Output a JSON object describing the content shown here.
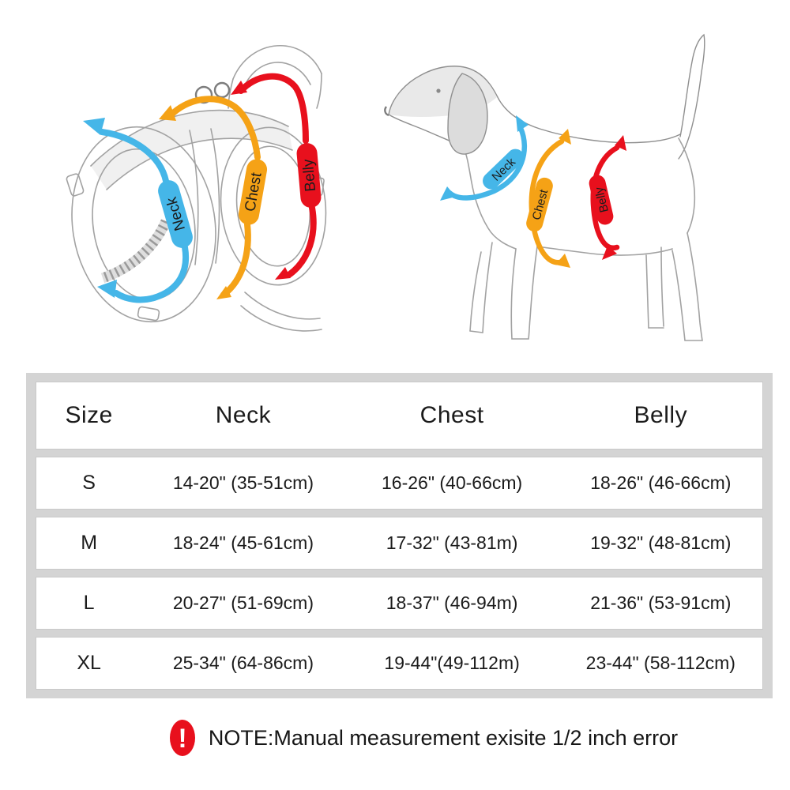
{
  "colors": {
    "neck": "#45b6e8",
    "chest": "#f5a216",
    "belly": "#e8101d",
    "table_frame": "#d4d4d4",
    "note_icon": "#e8101d"
  },
  "diagrams": {
    "harness": {
      "labels": {
        "neck": "Neck",
        "chest": "Chest",
        "belly": "Belly"
      }
    },
    "dog": {
      "labels": {
        "neck": "Neck",
        "chest": "Chest",
        "belly": "Belly"
      }
    }
  },
  "table": {
    "headers": [
      "Size",
      "Neck",
      "Chest",
      "Belly"
    ],
    "rows": [
      {
        "size": "S",
        "neck": "14-20\" (35-51cm)",
        "chest": "16-26\" (40-66cm)",
        "belly": "18-26\" (46-66cm)"
      },
      {
        "size": "M",
        "neck": "18-24\" (45-61cm)",
        "chest": "17-32\" (43-81m)",
        "belly": "19-32\" (48-81cm)"
      },
      {
        "size": "L",
        "neck": "20-27\" (51-69cm)",
        "chest": "18-37\" (46-94m)",
        "belly": "21-36\" (53-91cm)"
      },
      {
        "size": "XL",
        "neck": "25-34\" (64-86cm)",
        "chest": "19-44\"(49-112m)",
        "belly": "23-44\" (58-112cm)"
      }
    ]
  },
  "note": {
    "text": "NOTE:Manual measurement exisite 1/2 inch error",
    "icon_glyph": "!"
  }
}
